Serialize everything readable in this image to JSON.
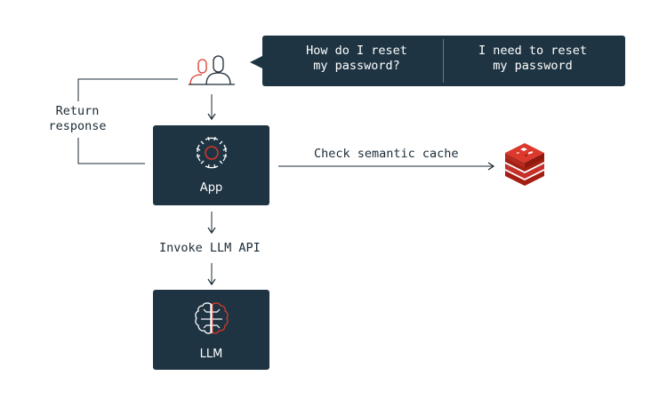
{
  "user_query": {
    "question_1": "How do I reset\nmy password?",
    "question_2": "I need to reset\nmy password"
  },
  "labels": {
    "return_response": "Return\nresponse",
    "check_semantic_cache": "Check semantic cache",
    "invoke_llm_api": "Invoke LLM API"
  },
  "nodes": {
    "app": "App",
    "llm": "LLM"
  },
  "colors": {
    "box_fill": "#1e3442",
    "accent_red": "#d9372a",
    "line": "#1b2b36"
  },
  "icons": {
    "users": "users-icon",
    "gear": "gear-icon",
    "brain": "brain-icon",
    "cache": "redis-cache-icon"
  }
}
